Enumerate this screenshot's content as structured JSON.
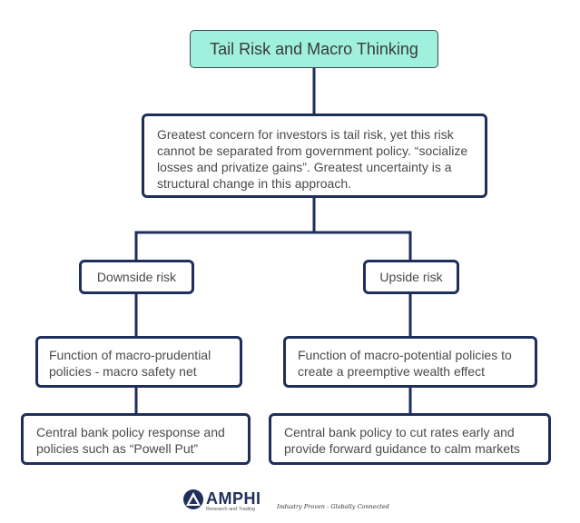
{
  "diagram": {
    "title": "Tail Risk and Macro Thinking",
    "center": "Greatest concern for investors is tail risk, yet this risk cannot be separated from government policy. “socialize losses and privatize gains”. Greatest uncertainty is a structural change in this approach.",
    "downside": {
      "label": "Downside risk",
      "level1": "Function of macro-prudential policies - macro safety net",
      "level2": "Central bank policy response and policies such as “Powell Put”"
    },
    "upside": {
      "label": "Upside risk",
      "level1": "Function of macro-potential policies to create a preemptive wealth effect",
      "level2": "Central bank policy to cut rates early and provide forward guidance to calm markets"
    }
  },
  "branding": {
    "logo_name": "AMPHI",
    "logo_sub": "Research and Trading",
    "tagline": "Industry Proven - Globally Connected",
    "logo_icon": "amphi-triangle-logo"
  },
  "colors": {
    "box_border": "#1f2f5c",
    "title_fill": "#9ff0dc",
    "text": "#4a4a4a"
  }
}
